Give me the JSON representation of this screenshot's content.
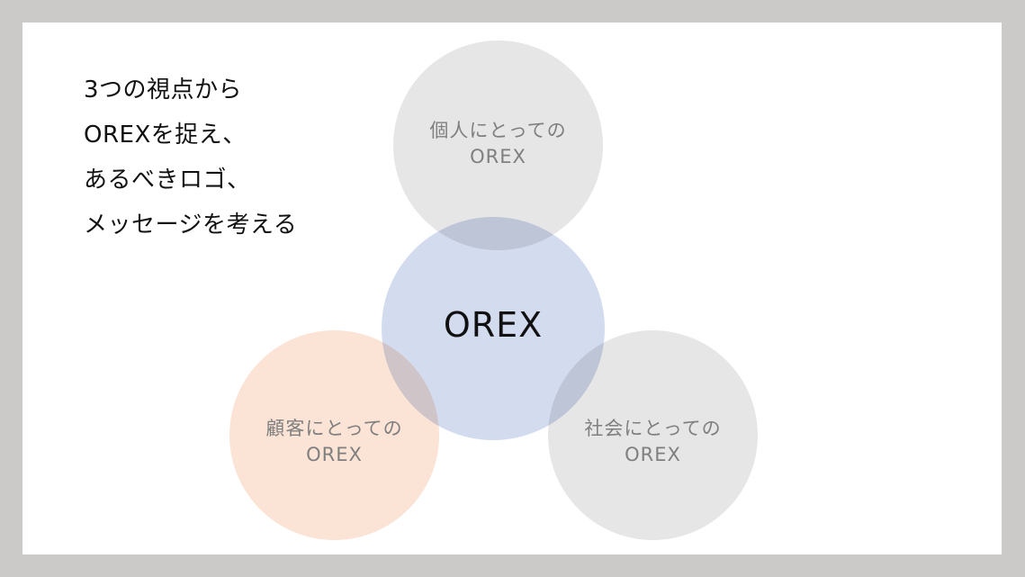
{
  "headline": {
    "lines": [
      "3つの視点から",
      "OREXを捉え、",
      "あるべきロゴ、",
      "メッセージを考える"
    ]
  },
  "diagram": {
    "center": {
      "label": "OREX",
      "color": "#d3dbef"
    },
    "nodes": [
      {
        "position": "top",
        "line1": "個人にとっての",
        "line2": "OREX",
        "color": "#e6e6e6"
      },
      {
        "position": "left",
        "line1": "顧客にとっての",
        "line2": "OREX",
        "color": "#fbe4d6"
      },
      {
        "position": "right",
        "line1": "社会にとっての",
        "line2": "OREX",
        "color": "#e6e6e6"
      }
    ]
  },
  "colors": {
    "frame": "#cbcac8",
    "slide": "#ffffff",
    "node_text": "#7f7f7f",
    "headline_text": "#111111"
  }
}
